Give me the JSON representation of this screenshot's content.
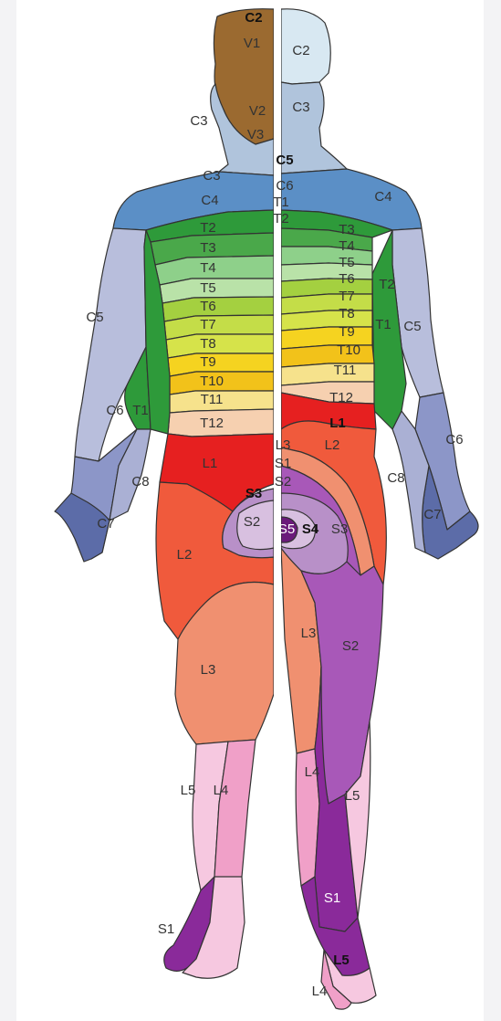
{
  "labels": {
    "c2_top": "C2",
    "v1": "V1",
    "c2_face": "C2",
    "c3_neck_l": "C3",
    "c3_neck_r": "C3",
    "v2": "V2",
    "v3": "V3",
    "c5_top": "C5",
    "c3_chest": "C3",
    "c6_shoulder": "C6",
    "c4_left": "C4",
    "c4_right": "C4",
    "t1_chest": "T1",
    "t2_chest": "T2",
    "t2_left": "T2",
    "t3_left": "T3",
    "t4_left": "T4",
    "t5_left": "T5",
    "t6_left": "T6",
    "t7_left": "T7",
    "t8_left": "T8",
    "t9_left": "T9",
    "t10_left": "T10",
    "t11_left": "T11",
    "t12_left": "T12",
    "t3_right": "T3",
    "t4_right": "T4",
    "t5_right": "T5",
    "t6_right": "T6",
    "t7_right": "T7",
    "t8_right": "T8",
    "t9_right": "T9",
    "t10_right": "T10",
    "t11_right": "T11",
    "t12_right": "T12",
    "t2_arm_right": "T2",
    "t1_arm_right": "T1",
    "t1_arm_left": "T1",
    "c5_arm_left": "C5",
    "c5_arm_right": "C5",
    "c6_arm_left": "C6",
    "c6_arm_right": "C6",
    "c8_arm_left": "C8",
    "c8_arm_right": "C8",
    "c7_hand_left": "C7",
    "c7_hand_right": "C7",
    "l1_left": "L1",
    "l1_right": "L1",
    "l2_right_hip": "L2",
    "l3_center": "L3",
    "s1_center": "S1",
    "s2_center": "S2",
    "s3_left": "S3",
    "s2_left": "S2",
    "s3_right": "S3",
    "s4": "S4",
    "s5": "S5",
    "l2_thigh": "L2",
    "l3_thigh": "L3",
    "l3_right_thigh": "L3",
    "s2_right_thigh": "S2",
    "l5_shin_left": "L5",
    "l4_shin_left": "L4",
    "l4_shin_right": "L4",
    "l5_shin_right": "L5",
    "s1_foot_left": "S1",
    "s1_foot_right": "S1",
    "l5_foot": "L5",
    "l4_foot": "L4"
  },
  "colors": {
    "trigeminal": "#9b6a30",
    "c2": "#d8e8f2",
    "c3": "#b0c4dc",
    "c4": "#5b8fc6",
    "c5": "#b8bedc",
    "c6": "#8c96c8",
    "c7": "#5c6ca8",
    "c8": "#aab0d4",
    "t_dark_green": "#2e9a3a",
    "t_green": "#4aa84a",
    "t_light_green": "#8ed08a",
    "t_pale_green": "#b9e2a8",
    "t_lime": "#a4d040",
    "t_yellow_green": "#d6e34a",
    "t_yellow": "#f5d320",
    "t_gold": "#f2c21a",
    "t_pale_yellow": "#f6e28c",
    "t_peach": "#f6d0b0",
    "l1": "#e62020",
    "l2": "#f05a3c",
    "l3": "#f09070",
    "l4": "#f0a0c8",
    "l5": "#f6c8e0",
    "s1": "#8a2a9a",
    "s2": "#a858b8",
    "s3": "#b890c8",
    "s4": "#6a1a7a",
    "s5": "#d8c0e0"
  }
}
